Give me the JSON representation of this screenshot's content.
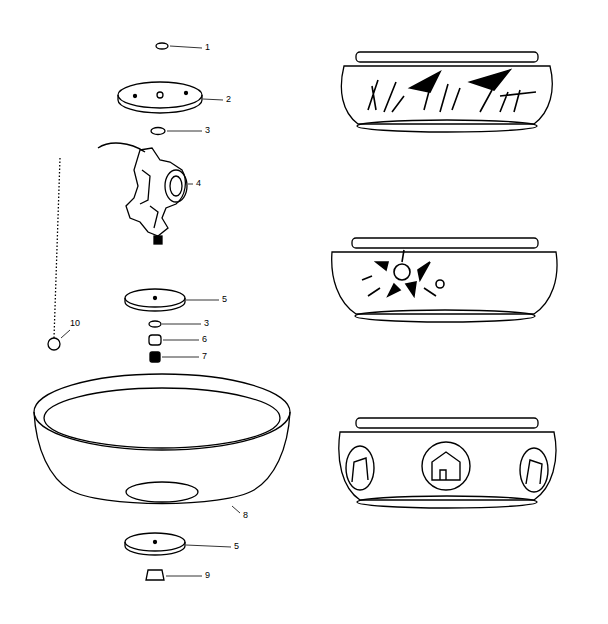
{
  "diagram": {
    "labels": [
      "1",
      "2",
      "3",
      "4",
      "5",
      "3",
      "6",
      "7",
      "8",
      "5",
      "9",
      "10"
    ]
  }
}
